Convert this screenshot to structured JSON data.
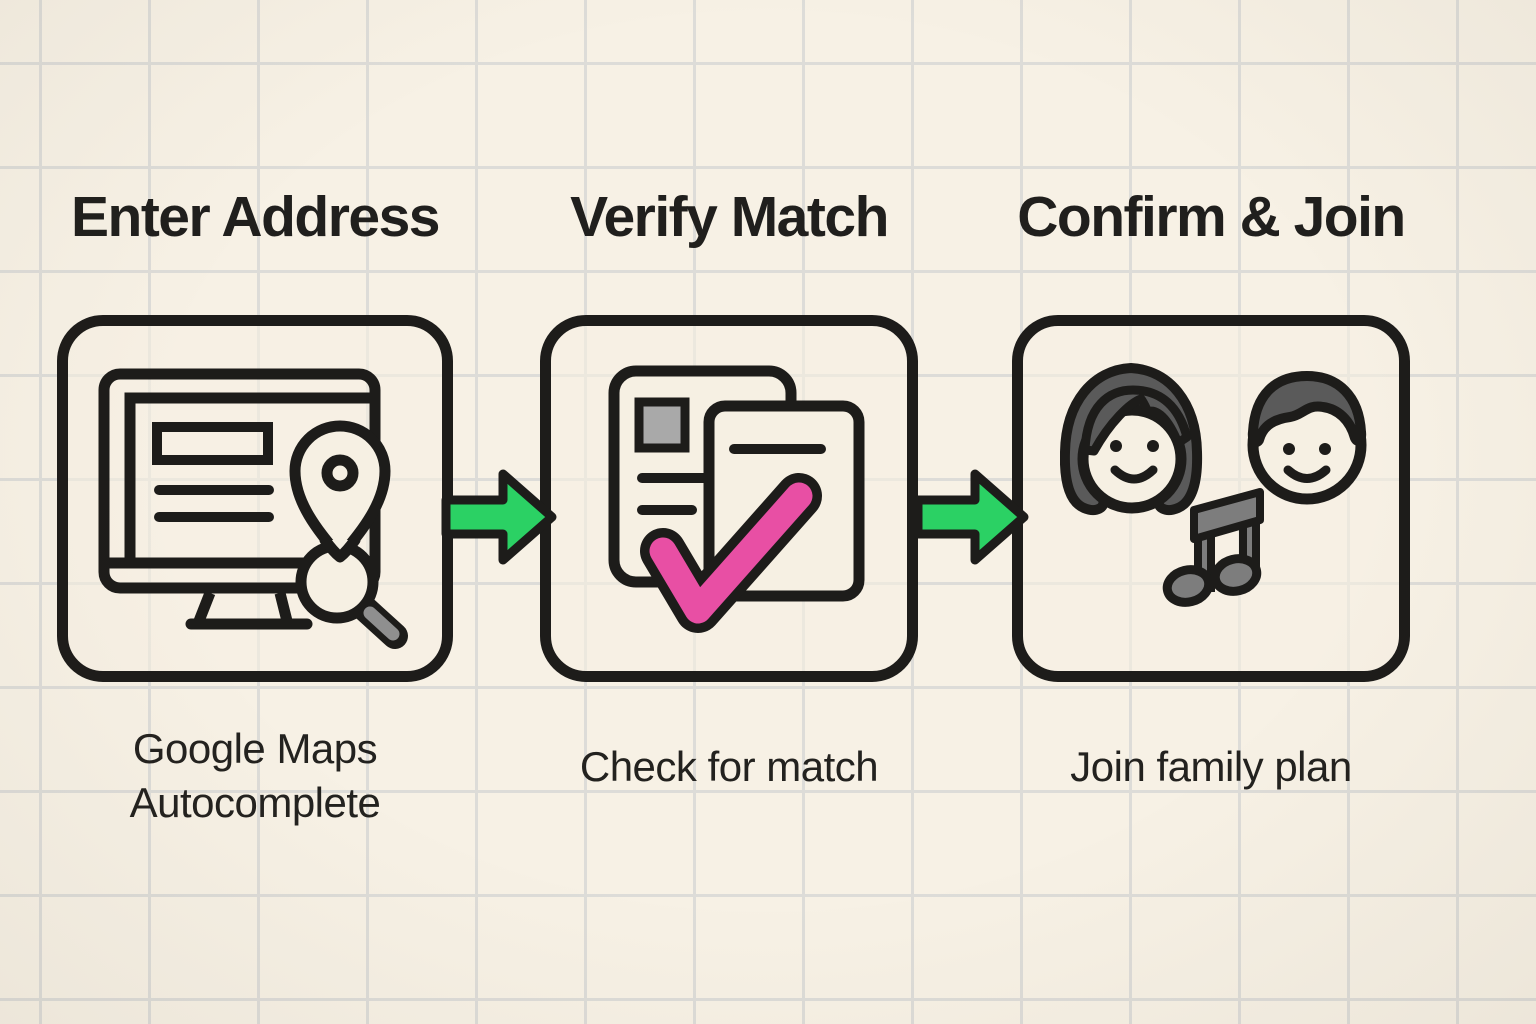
{
  "figure": {
    "description": "Three-step onboarding flow diagram on cream grid-paper background",
    "steps": [
      {
        "title": "Enter Address",
        "caption_lines": [
          "Google Maps",
          "Autocomplete"
        ],
        "icon": "monitor-map-pin-search-icon"
      },
      {
        "title": "Verify Match",
        "caption_lines": [
          "Check for match"
        ],
        "icon": "documents-checkmark-icon"
      },
      {
        "title": "Confirm & Join",
        "caption_lines": [
          "Join family plan"
        ],
        "icon": "family-members-music-icon"
      }
    ],
    "connectors": [
      {
        "shape": "arrow-right",
        "color": "#2bd164"
      },
      {
        "shape": "arrow-right",
        "color": "#2bd164"
      }
    ]
  },
  "palette": {
    "background": "#f7f1e5",
    "grid_line": "#dddcd8",
    "ink": "#1d1c1a",
    "arrow_green": "#2bd164",
    "check_pink": "#e84fa4",
    "placeholder_gray": "#a9a9a9",
    "hair_gray": "#5a5a5a",
    "note_gray": "#7d7d7d",
    "panel_fill": "#f6f0e3"
  }
}
